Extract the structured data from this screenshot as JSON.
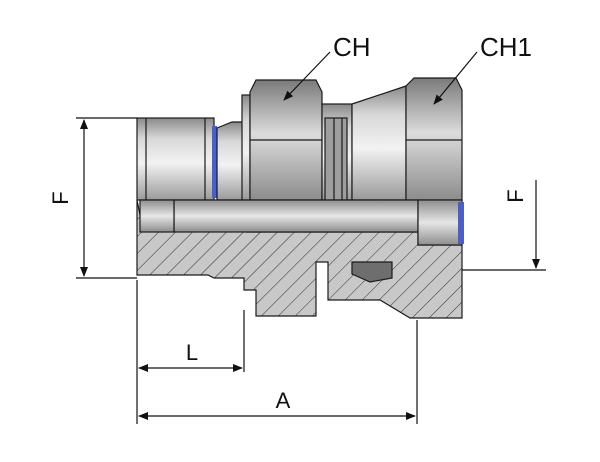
{
  "labels": {
    "ch": "CH",
    "ch1": "CH1",
    "f_left": "F",
    "f_right": "F",
    "l": "L",
    "a": "A"
  },
  "colors": {
    "metal_light": "#e4e4e4",
    "metal_mid": "#bdbdbd",
    "metal_dark": "#7d7d7d",
    "seal_blue": "#4a5fc8",
    "line": "#111111"
  }
}
